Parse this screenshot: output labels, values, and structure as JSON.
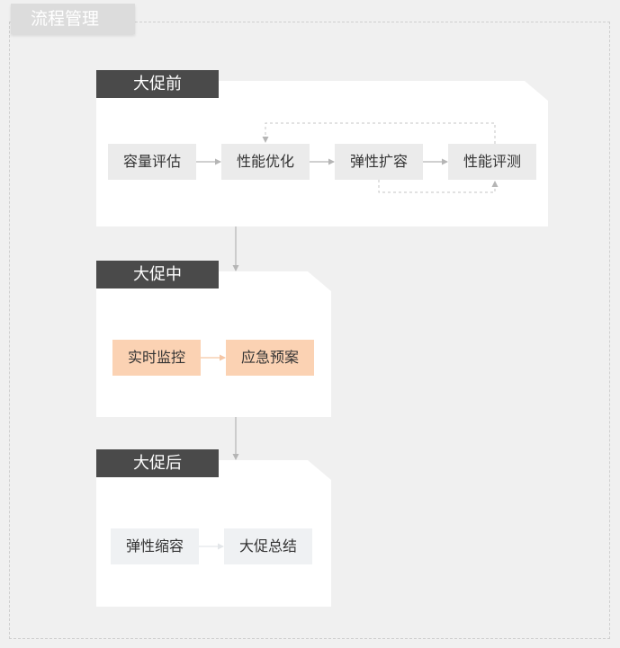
{
  "title": "流程管理",
  "stages": [
    {
      "label": "大促前",
      "nodes": [
        "容量评估",
        "性能优化",
        "弹性扩容",
        "性能评测"
      ]
    },
    {
      "label": "大促中",
      "nodes": [
        "实时监控",
        "应急预案"
      ]
    },
    {
      "label": "大促后",
      "nodes": [
        "弹性缩容",
        "大促总结"
      ]
    }
  ],
  "colors": {
    "background": "#f0f0f0",
    "stage_tag": "#4a4a4a",
    "node_default": "#ebebeb",
    "node_highlight": "#fbd2b3",
    "node_light": "#eff1f3",
    "connector": "#b5b5b5"
  }
}
